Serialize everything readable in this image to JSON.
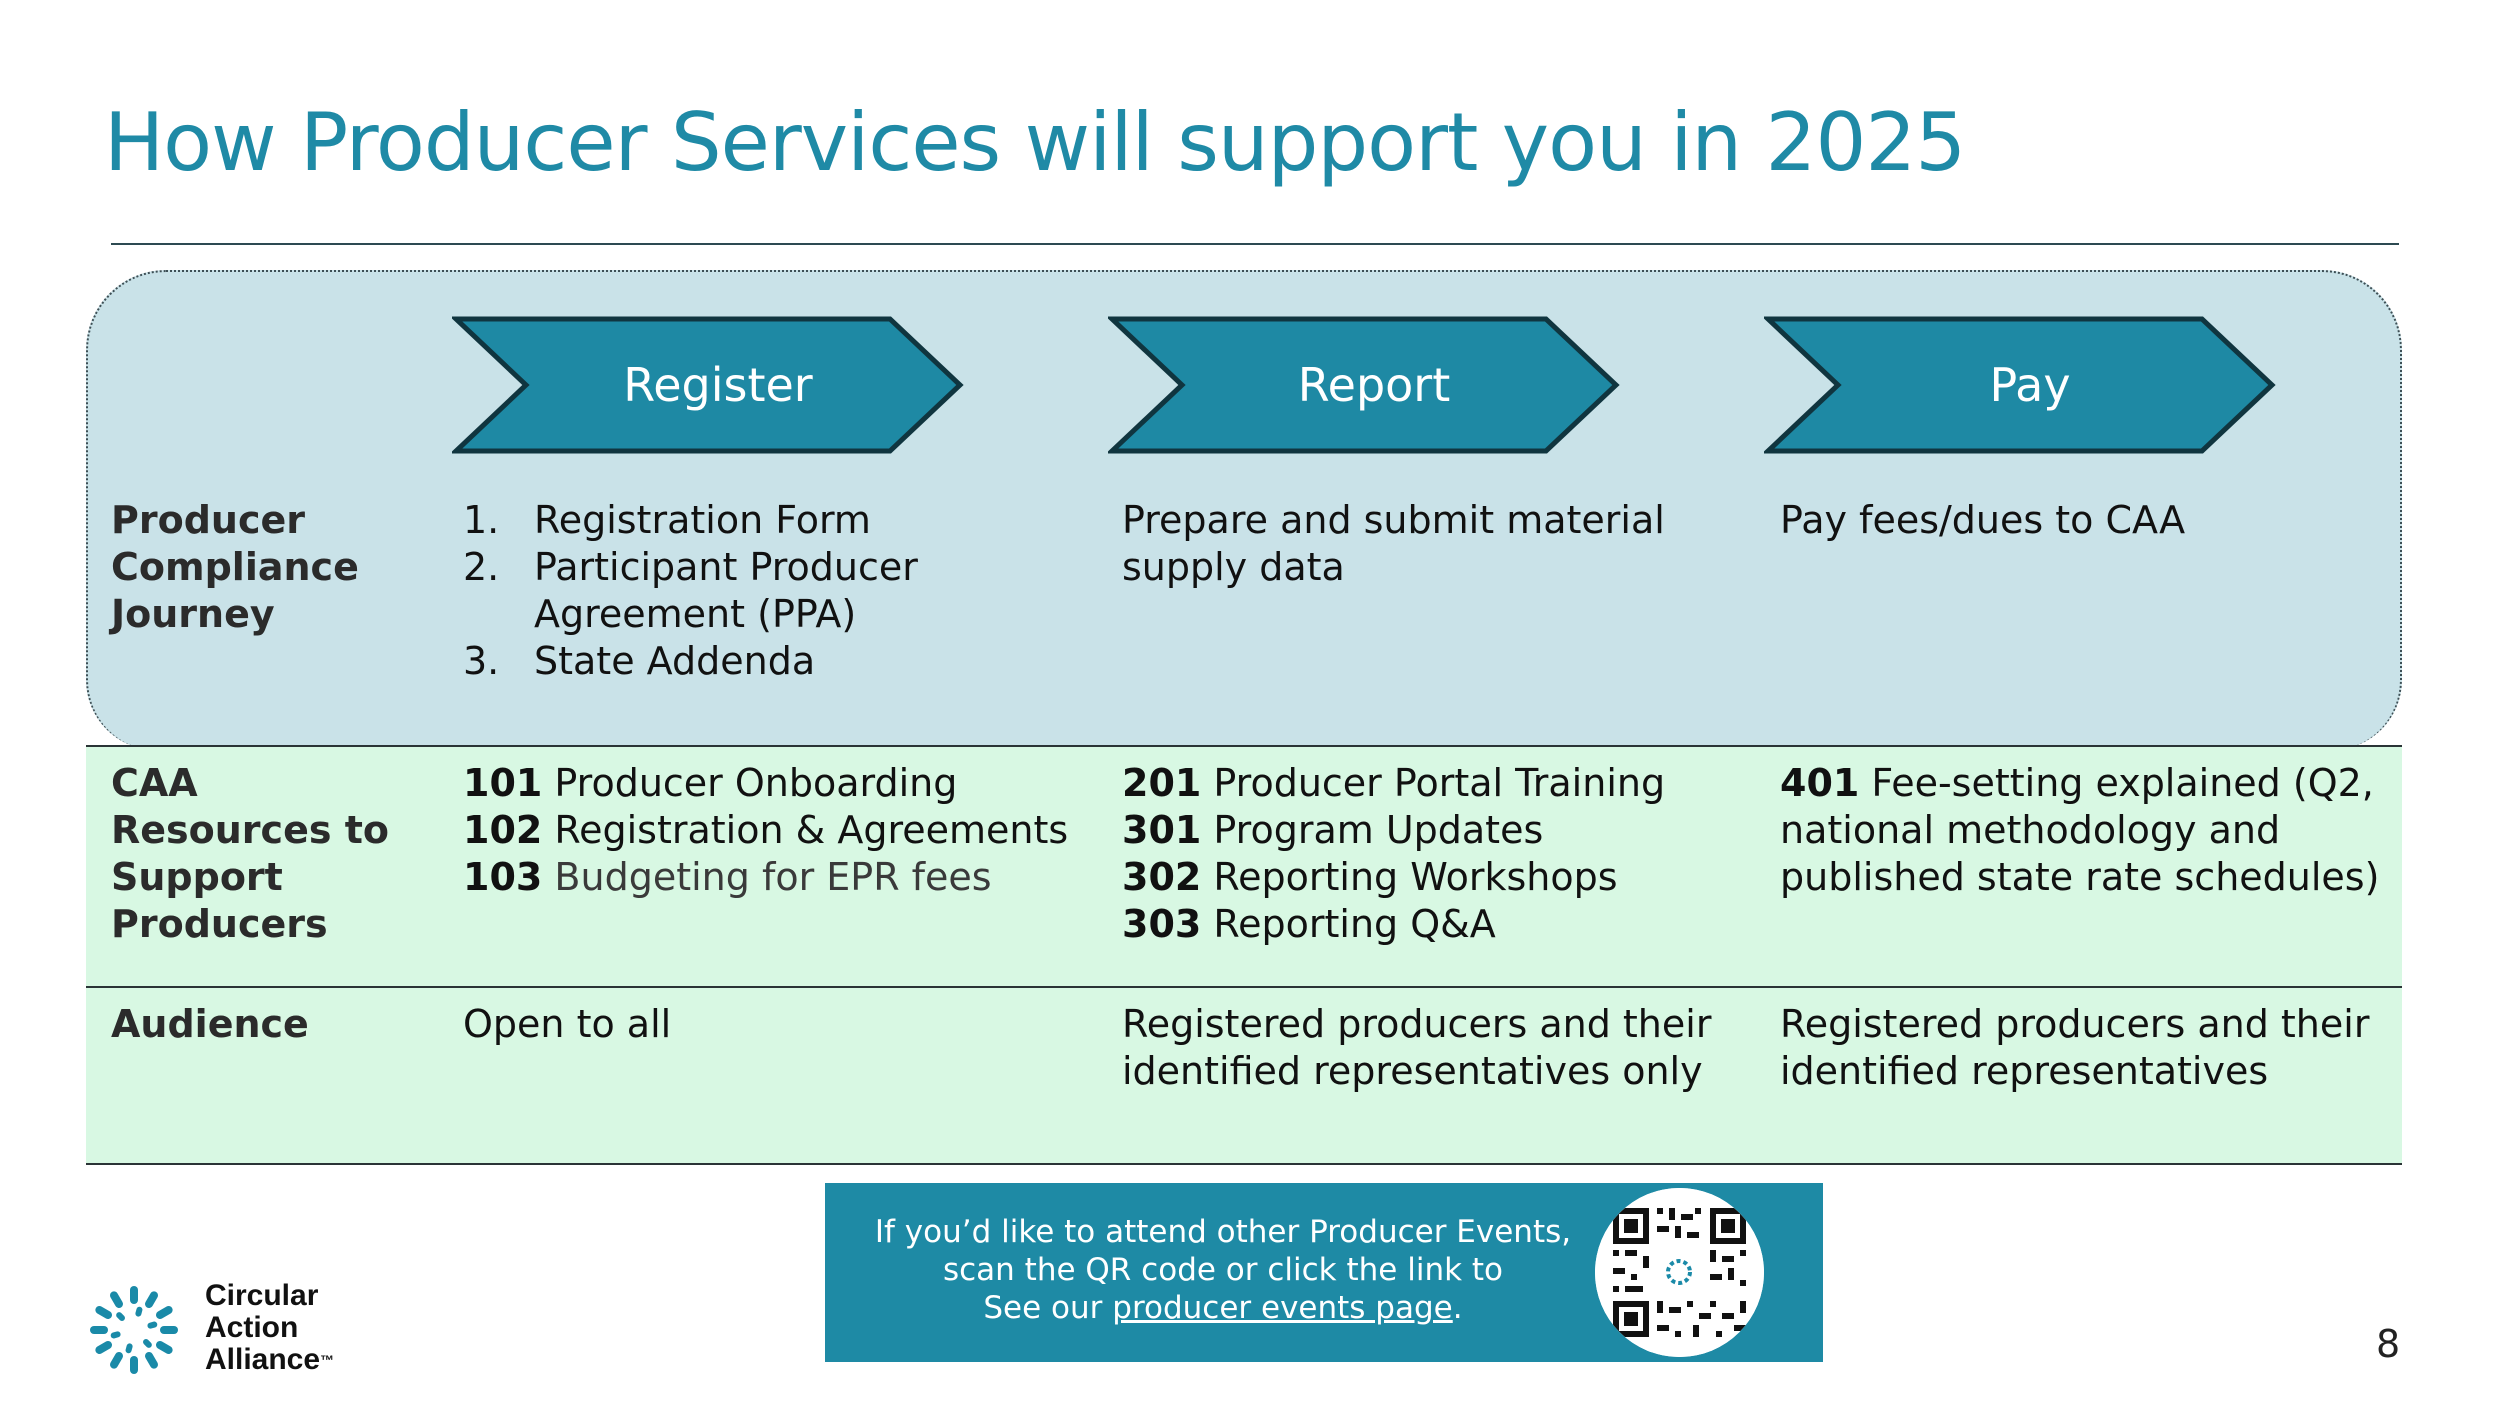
{
  "slide": {
    "title": "How Producer Services will support you in 2025",
    "page_number": "8"
  },
  "steps": [
    {
      "label": "Register"
    },
    {
      "label": "Report"
    },
    {
      "label": "Pay"
    }
  ],
  "rows": {
    "journey": {
      "label": "Producer Compliance Journey",
      "register_items": [
        {
          "num": "1.",
          "text": "Registration Form"
        },
        {
          "num": "2.",
          "text": "Participant Producer Agreement (PPA)"
        },
        {
          "num": "3.",
          "text": "State Addenda"
        }
      ],
      "report": "Prepare and submit material supply data",
      "pay": "Pay fees/dues to CAA"
    },
    "resources": {
      "label": "CAA Resources to Support Producers",
      "register": [
        {
          "code": "101",
          "text": "Producer Onboarding"
        },
        {
          "code": "102",
          "text": "Registration & Agreements"
        },
        {
          "code": "103",
          "text": "Budgeting for EPR fees"
        }
      ],
      "report": [
        {
          "code": "201",
          "text": "Producer Portal Training"
        },
        {
          "code": "301",
          "text": "Program Updates"
        },
        {
          "code": "302",
          "text": "Reporting Workshops"
        },
        {
          "code": "303",
          "text": "Reporting Q&A"
        }
      ],
      "pay": [
        {
          "code": "401",
          "text": "Fee-setting explained (Q2, national methodology and published state rate schedules)"
        }
      ]
    },
    "audience": {
      "label": "Audience",
      "register": "Open to all",
      "report": "Registered producers and their identified representatives only",
      "pay": "Registered producers and their identified representatives"
    }
  },
  "cta": {
    "line1": "If you’d like to attend other Producer Events,",
    "line2": "scan the QR code or click the link to",
    "line3_prefix": "See our ",
    "link_text": "producer events page",
    "line3_suffix": "."
  },
  "logo": {
    "line1": "Circular",
    "line2": "Action",
    "line3": "Alliance",
    "tm": "™"
  },
  "colors": {
    "accent": "#1f8aa6",
    "chevron_fill": "#1e89a4",
    "chevron_stroke": "#10353f",
    "journey_bg": "#c9e2e8",
    "resources_bg": "#d8f8e3",
    "logo": "#1a8aa8"
  }
}
